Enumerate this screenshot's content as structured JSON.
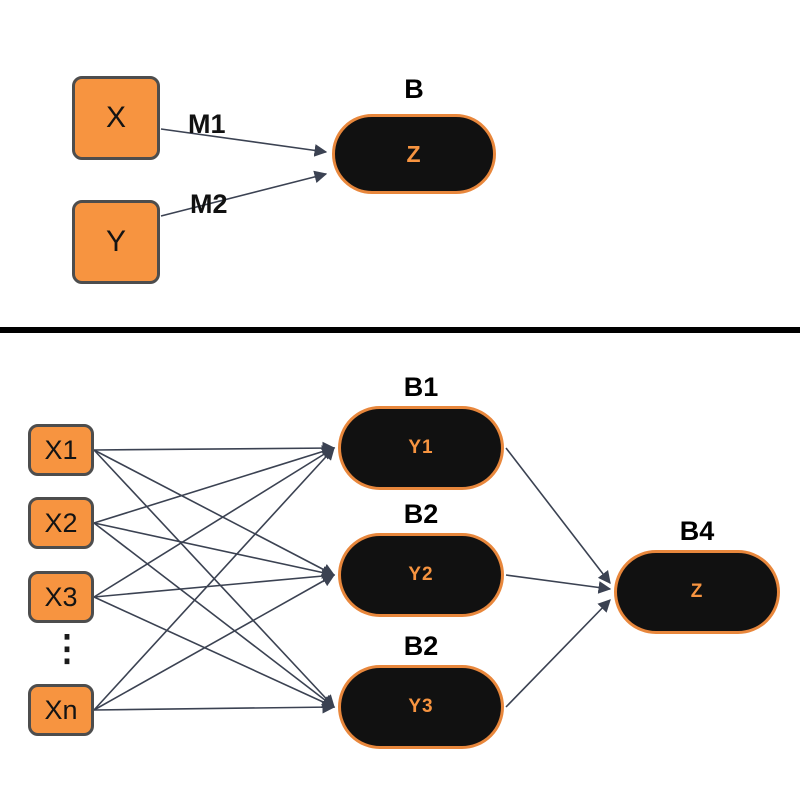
{
  "top": {
    "input_nodes": [
      {
        "label": "X"
      },
      {
        "label": "Y"
      }
    ],
    "edge_labels": [
      {
        "label": "M1"
      },
      {
        "label": "M2"
      }
    ],
    "block": {
      "title": "B",
      "label": "Z"
    }
  },
  "bottom": {
    "input_nodes": [
      {
        "label": "X1"
      },
      {
        "label": "X2"
      },
      {
        "label": "X3"
      },
      {
        "label": "Xn"
      }
    ],
    "ellipsis": "⋮",
    "hidden_blocks": [
      {
        "title": "B1",
        "label": "Y1"
      },
      {
        "title": "B2",
        "label": "Y2"
      },
      {
        "title": "B2",
        "label": "Y3"
      }
    ],
    "output_block": {
      "title": "B4",
      "label": "Z"
    }
  },
  "colors": {
    "node_fill": "#F79440",
    "node_border": "#4D4D4D",
    "block_fill": "#111111",
    "block_border": "#E8873C",
    "block_text": "#F79440",
    "edge": "#3B4252",
    "divider": "#000000",
    "background": "#FFFFFF"
  }
}
